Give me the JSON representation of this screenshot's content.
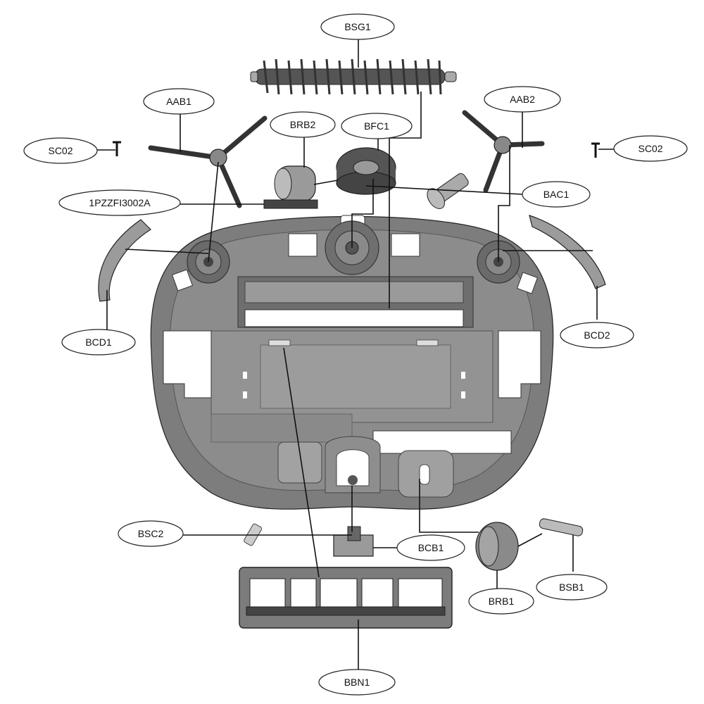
{
  "diagram": {
    "labels": {
      "bsg1": "BSG1",
      "aab1": "AAB1",
      "aab2": "AAB2",
      "brb2": "BRB2",
      "bfc1": "BFC1",
      "sc02_left": "SC02",
      "sc02_right": "SC02",
      "p1pzzfi3002a": "1PZZFI3002A",
      "bac1": "BAC1",
      "bcd1": "BCD1",
      "bcd2": "BCD2",
      "bsc2": "BSC2",
      "bcb1": "BCB1",
      "brb1": "BRB1",
      "bsb1": "BSB1",
      "bbn1": "BBN1"
    }
  }
}
